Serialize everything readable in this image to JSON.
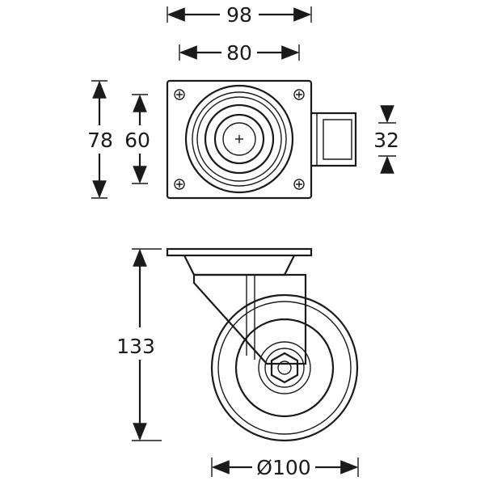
{
  "dimensions": {
    "plate_width": "98",
    "hole_spacing_width": "80",
    "plate_length": "78",
    "hole_spacing_length": "60",
    "bolt_hole": "32",
    "total_height": "133",
    "wheel_diameter": "Ø100"
  },
  "colors": {
    "line": "#1a1a1a",
    "background": "#ffffff"
  }
}
